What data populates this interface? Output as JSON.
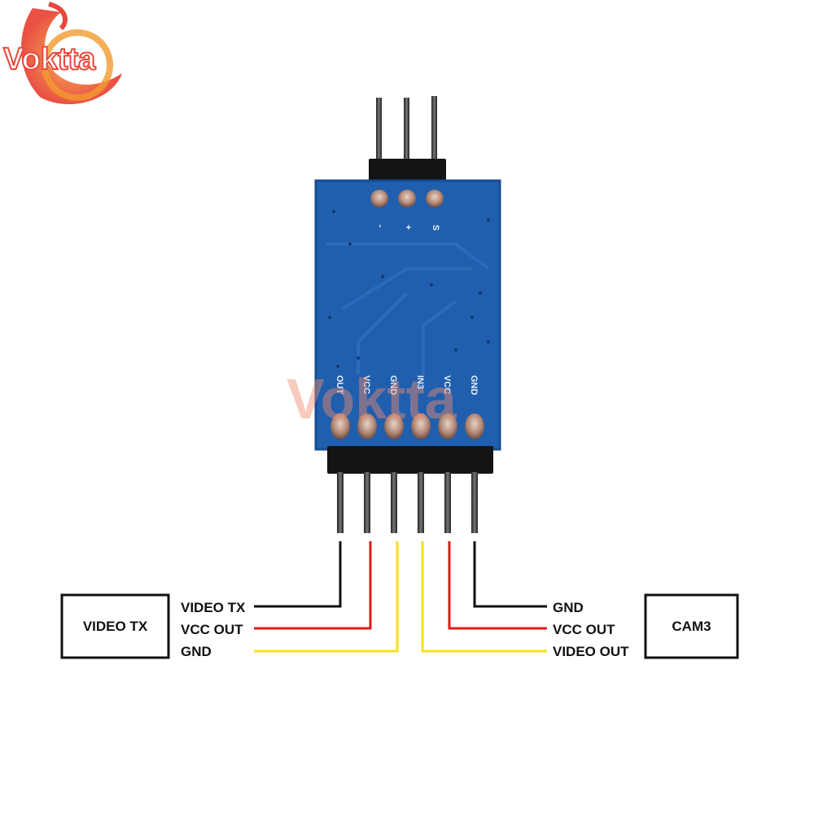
{
  "brand": {
    "logo_text": "Voktta",
    "watermark_text": "Voktta"
  },
  "board": {
    "top_pin_labels": [
      "-",
      "+",
      "S"
    ],
    "bottom_pin_labels": [
      "OUT",
      "VCC",
      "GND",
      "IN3",
      "VCC",
      "GND"
    ]
  },
  "left_device": {
    "name": "VIDEO TX",
    "wires": [
      "VIDEO TX",
      "VCC OUT",
      "GND"
    ]
  },
  "right_device": {
    "name": "CAM3",
    "wires": [
      "GND",
      "VCC OUT",
      "VIDEO OUT"
    ]
  },
  "colors": {
    "board": "#1f5fae",
    "wire_black": "#111111",
    "wire_red": "#e01b1b",
    "wire_yellow": "#f5e21a",
    "logo_red": "#e8483a",
    "logo_orange": "#f29a2e"
  }
}
